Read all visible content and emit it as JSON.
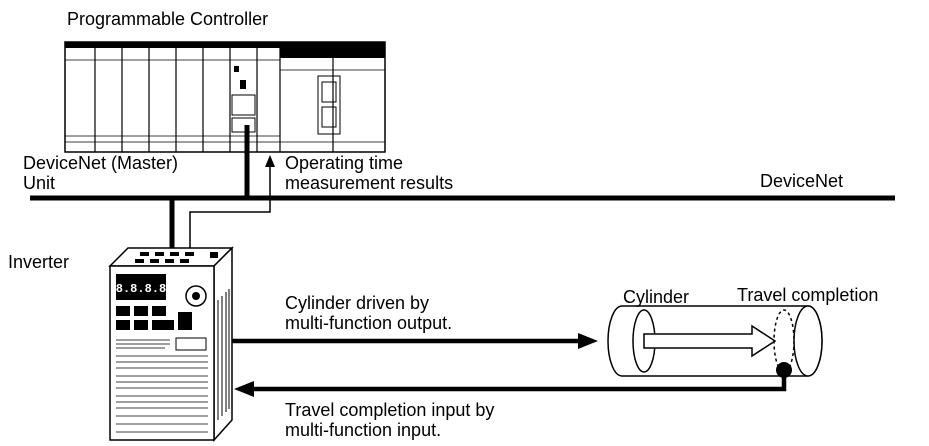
{
  "labels": {
    "programmable_controller": "Programmable Controller",
    "devicenet_master_unit_line1": "DeviceNet (Master)",
    "devicenet_master_unit_line2": "Unit",
    "operating_time_line1": "Operating time",
    "operating_time_line2": "measurement results",
    "devicenet": "DeviceNet",
    "inverter": "Inverter",
    "cylinder_driven_line1": "Cylinder driven by",
    "cylinder_driven_line2": "multi-function output.",
    "cylinder": "Cylinder",
    "travel_completion": "Travel completion",
    "travel_input_line1": "Travel completion input by",
    "travel_input_line2": "multi-function input."
  },
  "inverter_display": "8.8.8.8",
  "colors": {
    "line": "#000000",
    "background": "#ffffff"
  }
}
